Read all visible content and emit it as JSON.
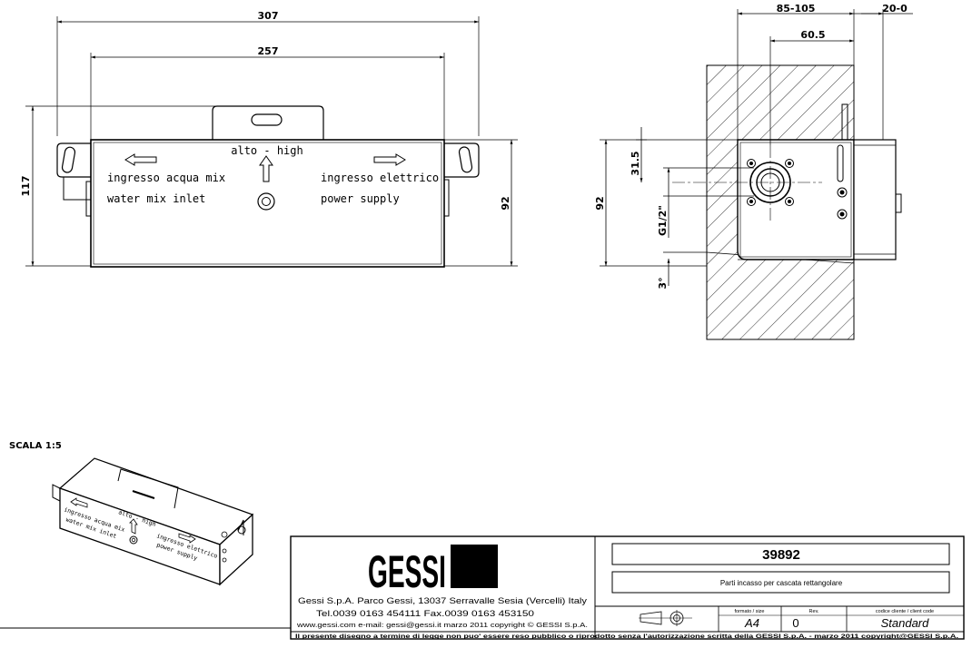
{
  "front_view": {
    "dim_overall_width": "307",
    "dim_inner_width": "257",
    "dim_overall_height": "117",
    "dim_body_height": "92",
    "label_up": "alto - high",
    "label_water_it": "ingresso acqua mix",
    "label_water_en": "water mix inlet",
    "label_power_it": "ingresso elettrico",
    "label_power_en": "power supply"
  },
  "side_view": {
    "dim_depth_range": "85-105",
    "dim_offset": "20-0",
    "dim_axis": "60.5",
    "dim_height": "92",
    "dim_axis_vertical": "31.5",
    "dim_thread": "G1/2\"",
    "dim_slope": "3°"
  },
  "iso_view": {
    "scale_label": "SCALA 1:5",
    "label_up": "alto - high",
    "label_water_it": "ingresso acqua mix",
    "label_water_en": "water mix inlet",
    "label_power_it": "ingresso elettrico",
    "label_power_en": "power supply"
  },
  "title_block": {
    "logo_text": "GESSI",
    "company_line": "Gessi S.p.A. Parco Gessi, 13037 Serravalle Sesia (Vercelli) Italy",
    "phone_line": "Tel.0039  0163  454111  Fax.0039  0163  453150",
    "web_line": "www.gessi.com  e-mail: gessi@gessi.it     marzo  2011     copyright © GESSI  S.p.A.",
    "code": "39892",
    "description": "Parti incasso per cascata rettangolare",
    "format_header": "formato / size",
    "format_value": "A4",
    "rev_header": "Rev.",
    "rev_value": "0",
    "client_header": "codice cliente / client code",
    "client_value": "Standard",
    "footer": "Il presente disegno a termine di legge non puo' essere reso pubblico o riprodotto senza l'autorizzazione scritta della GESSI S.p.A. - marzo 2011 copyright@GESSI S.p.A."
  }
}
